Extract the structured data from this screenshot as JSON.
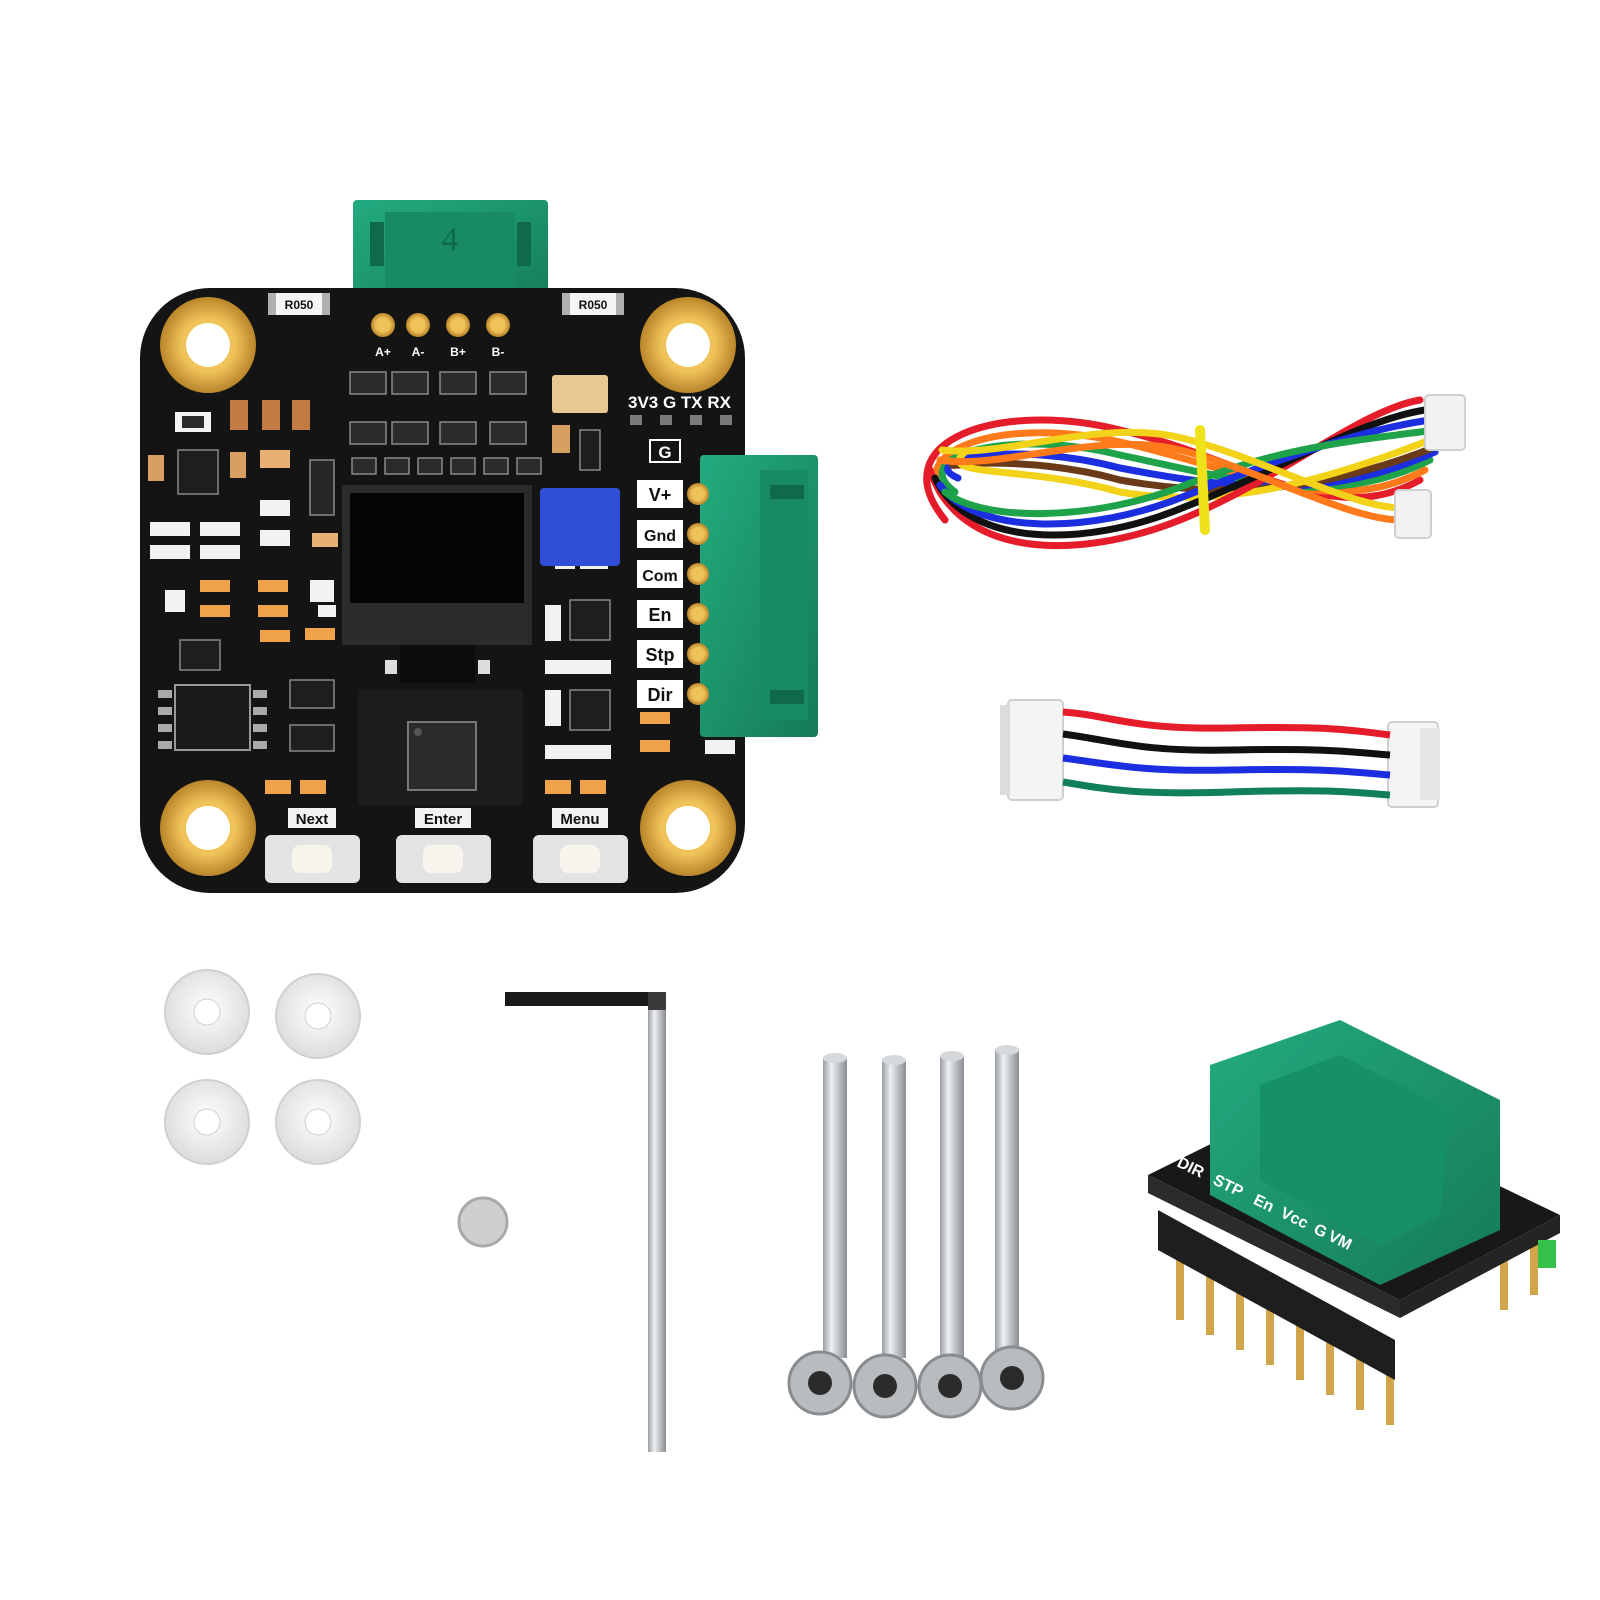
{
  "colors": {
    "background": "#ffffff",
    "pcb": "#141414",
    "connector": "#1d9b72",
    "gold": "#d9a63a",
    "trimmer": "#2f4fd6",
    "washer": "#ebebeb",
    "steel": "#c9cccf"
  },
  "board": {
    "motor_connector_label": "4",
    "motor_pins": [
      "A+",
      "A-",
      "B+",
      "B-"
    ],
    "resistor_left": "R050",
    "resistor_right": "R050",
    "uart_header": "3V3 G TX RX",
    "ground_label": "G",
    "control_pins": [
      "V+",
      "Gnd",
      "Com",
      "En",
      "Stp",
      "Dir"
    ],
    "buttons": [
      "Next",
      "Enter",
      "Menu"
    ]
  },
  "adapter": {
    "pin_labels": [
      "DIR",
      "STP",
      "En",
      "Vcc",
      "G",
      "VM"
    ]
  },
  "parts": {
    "washers": 4,
    "screws": 4
  }
}
